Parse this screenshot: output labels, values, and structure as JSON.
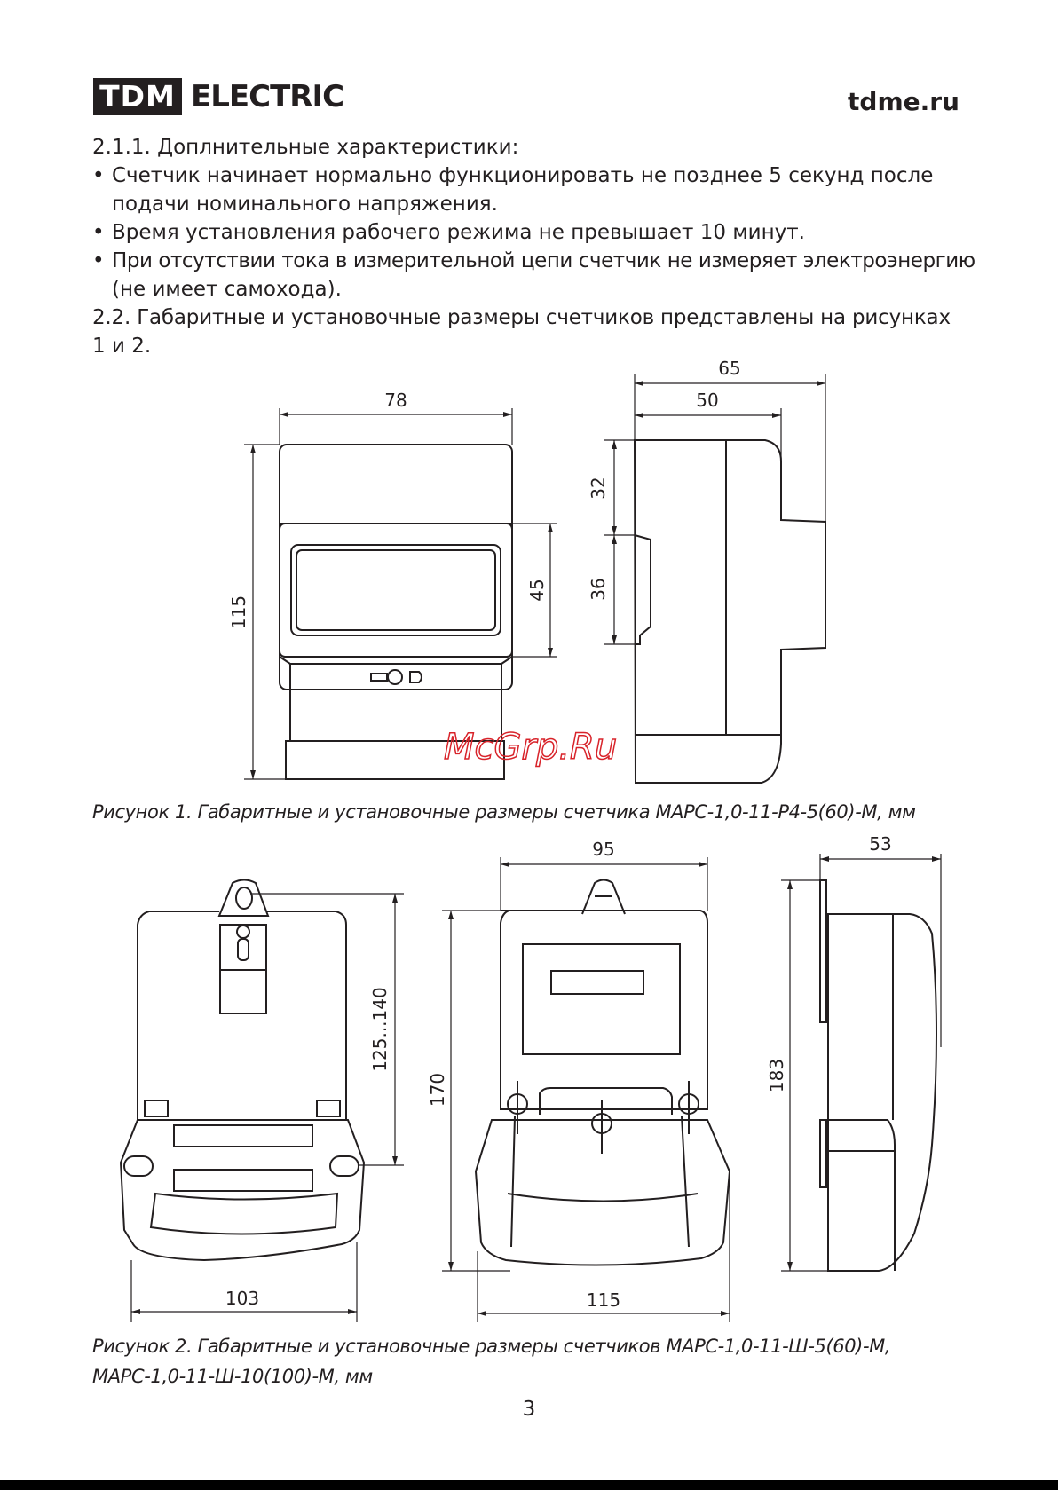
{
  "header": {
    "logo_box": "TDM",
    "logo_word": "ELECTRIC",
    "site": "tdme.ru"
  },
  "content": {
    "p1": "2.1.1.  Доплнительные характеристики:",
    "bullet_symbol": "•",
    "b1_l1": "Счетчик начинает нормально функционировать не позднее 5 секунд после",
    "b1_l2": "подачи номинального напряжения.",
    "b2": "Время установления рабочего режима не превышает 10 минут.",
    "b3_l1": "При отсутствии тока в измерительной цепи счетчик не измеряет электроэнергию",
    "b3_l2": "(не имеет самохода).",
    "p2_l1": "2.2.  Габаритные и установочные размеры счетчиков представлены на рисунках",
    "p2_l2": "1 и 2."
  },
  "figure1": {
    "dims": {
      "width_front": "78",
      "height": "115",
      "window": "45",
      "depth_total": "65",
      "depth_body": "50",
      "top_offset": "32",
      "rail": "36"
    },
    "caption": "Рисунок 1. Габаритные и установочные размеры счетчика МАРС-1,0-11-Р4-5(60)-М, мм"
  },
  "figure2": {
    "dims": {
      "mount": "125...140",
      "base_width": "103",
      "height_front": "170",
      "width_top": "95",
      "width_bottom": "115",
      "side_height": "183",
      "side_depth": "53"
    },
    "caption_l1": "Рисунок 2. Габаритные и установочные размеры счетчиков МАРС-1,0-11-Ш-5(60)-М,",
    "caption_l2": "МАРС-1,0-11-Ш-10(100)-М, мм"
  },
  "watermark": "McGrp.Ru",
  "page_number": "3"
}
